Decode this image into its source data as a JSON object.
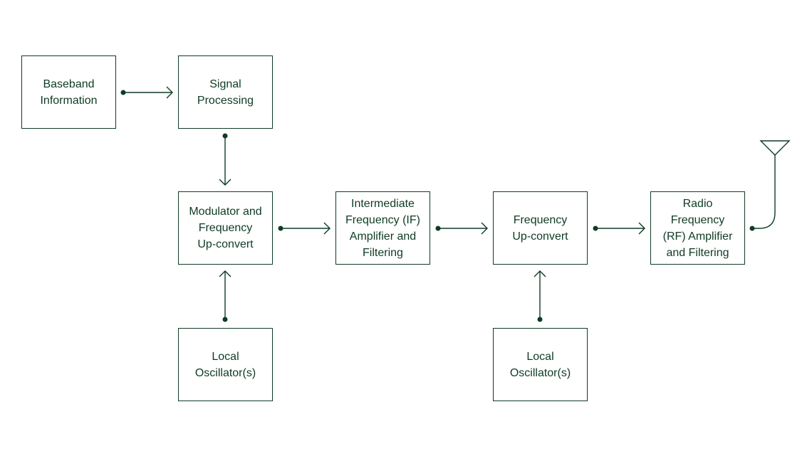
{
  "colors": {
    "stroke": "#0f3b24",
    "text": "#0f3b24",
    "background": "#ffffff"
  },
  "blocks": {
    "baseband": {
      "label": "Baseband\nInformation"
    },
    "signal_processing": {
      "label": "Signal\nProcessing"
    },
    "modulator": {
      "label": "Modulator and\nFrequency\nUp-convert"
    },
    "if_amplifier": {
      "label": "Intermediate\nFrequency (IF)\nAmplifier and\nFiltering"
    },
    "frequency_upconvert": {
      "label": "Frequency\nUp-convert"
    },
    "rf_amplifier": {
      "label": "Radio\nFrequency\n(RF) Amplifier\nand Filtering"
    },
    "local_oscillator_1": {
      "label": "Local\nOscillator(s)"
    },
    "local_oscillator_2": {
      "label": "Local\nOscillator(s)"
    }
  },
  "connections": [
    {
      "from": "baseband",
      "to": "signal_processing"
    },
    {
      "from": "signal_processing",
      "to": "modulator"
    },
    {
      "from": "local_oscillator_1",
      "to": "modulator"
    },
    {
      "from": "modulator",
      "to": "if_amplifier"
    },
    {
      "from": "if_amplifier",
      "to": "frequency_upconvert"
    },
    {
      "from": "local_oscillator_2",
      "to": "frequency_upconvert"
    },
    {
      "from": "frequency_upconvert",
      "to": "rf_amplifier"
    },
    {
      "from": "rf_amplifier",
      "to": "antenna"
    }
  ],
  "antenna": {
    "icon": "antenna-icon"
  }
}
